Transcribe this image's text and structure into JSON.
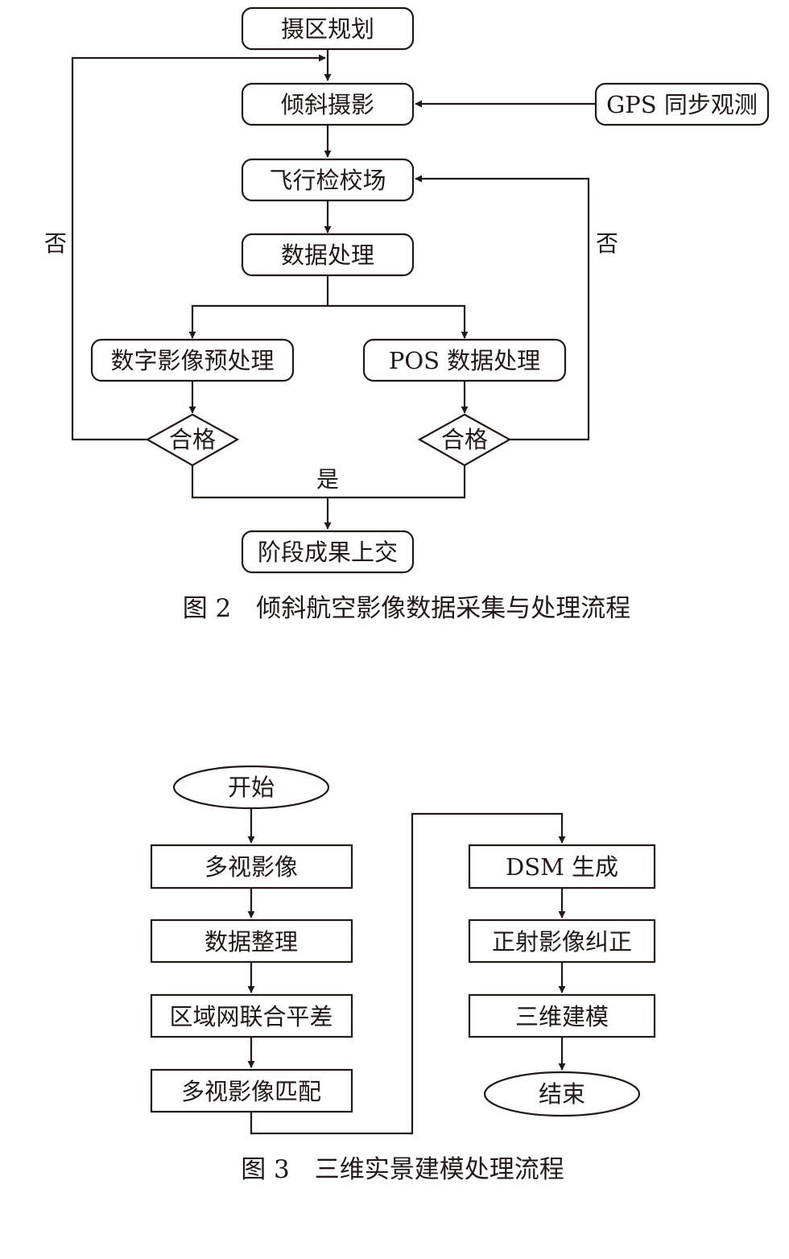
{
  "figure2": {
    "nodes": {
      "zone_planning": "摄区规划",
      "oblique_photo": "倾斜摄影",
      "gps_obs": "GPS 同步观测",
      "flight_calib": "飞行检校场",
      "data_proc": "数据处理",
      "digital_preproc": "数字影像预处理",
      "pos_proc": "POS 数据处理",
      "qualified_left": "合格",
      "qualified_right": "合格",
      "submit": "阶段成果上交"
    },
    "labels": {
      "no_left": "否",
      "no_right": "否",
      "yes": "是"
    },
    "caption": "图 2　倾斜航空影像数据采集与处理流程"
  },
  "figure3": {
    "nodes": {
      "start": "开始",
      "multi_view": "多视影像",
      "data_sort": "数据整理",
      "block_adjust": "区域网联合平差",
      "multi_match": "多视影像匹配",
      "dsm": "DSM 生成",
      "ortho": "正射影像纠正",
      "model3d": "三维建模",
      "end": "结束"
    },
    "caption": "图 3　三维实景建模处理流程"
  }
}
